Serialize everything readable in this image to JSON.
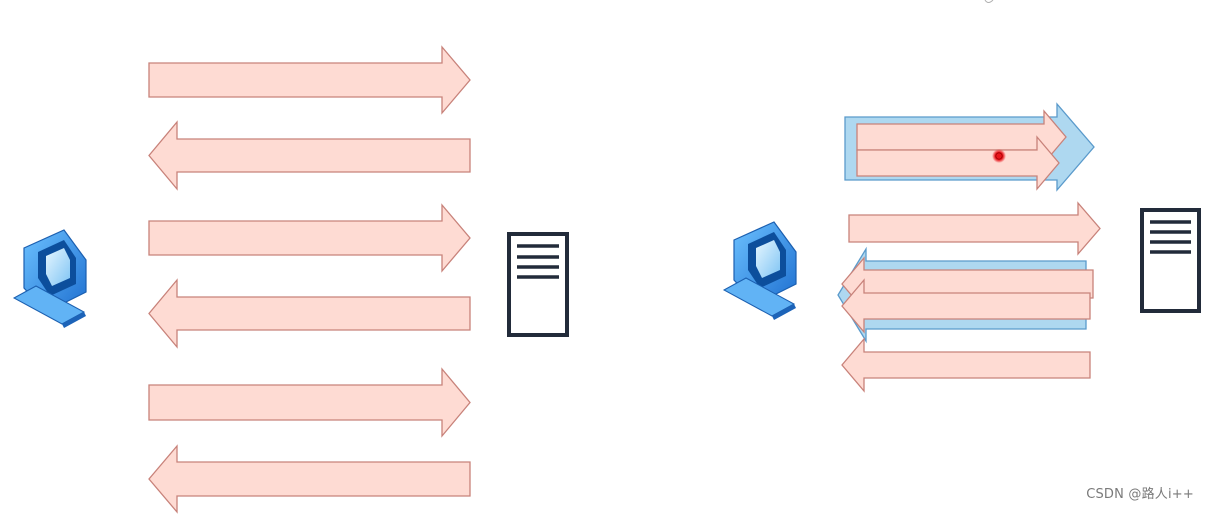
{
  "colors": {
    "arrow_fill": "#FEDBD3",
    "arrow_stroke": "#C8827A",
    "arrow_highlight_fill": "#AED8F0",
    "arrow_highlight_stroke": "#5A9ACB",
    "server_stroke": "#222B3A",
    "laptop_blue": "#2F8EE6",
    "laptop_screen_light": "#8CD0FF",
    "laptop_base_dark": "#1C63B8",
    "cursor_red": "#E8141B"
  },
  "left_diagram": {
    "client_icon": "laptop-icon",
    "server_icon": "server-icon",
    "arrows": [
      {
        "direction": "right"
      },
      {
        "direction": "left"
      },
      {
        "direction": "right"
      },
      {
        "direction": "left"
      },
      {
        "direction": "right"
      },
      {
        "direction": "left"
      }
    ]
  },
  "right_diagram": {
    "client_icon": "laptop-icon",
    "server_icon": "server-icon",
    "highlight_groups": [
      {
        "direction": "right"
      },
      {
        "direction": "left"
      }
    ],
    "arrows": [
      {
        "direction": "right"
      },
      {
        "direction": "right"
      },
      {
        "direction": "right"
      },
      {
        "direction": "left"
      },
      {
        "direction": "left"
      },
      {
        "direction": "left"
      }
    ],
    "pointer_icon": "cursor-dot-icon"
  },
  "watermark": "CSDN @路人i++"
}
